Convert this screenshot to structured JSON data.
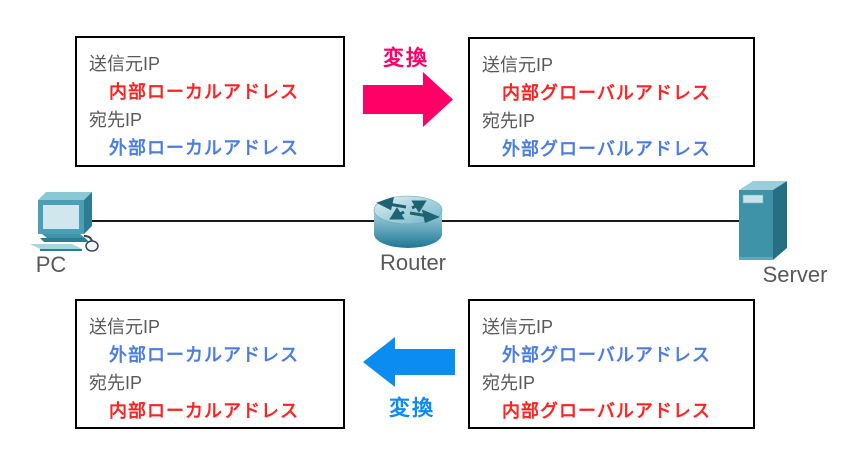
{
  "colors": {
    "red_text": "#FF2222",
    "blue_text": "#4B7DE2",
    "gray_text": "#595959",
    "pink_arrow": "#FF0066",
    "blue_arrow": "#0A8CF0",
    "box_border": "#000000",
    "device_teal": "#3E93A8"
  },
  "boxes": {
    "top_left": {
      "src_label": "送信元IP",
      "src_value": "内部ローカルアドレス",
      "src_color": "red",
      "dst_label": "宛先IP",
      "dst_value": "外部ローカルアドレス",
      "dst_color": "blue"
    },
    "top_right": {
      "src_label": "送信元IP",
      "src_value": "内部グローバルアドレス",
      "src_color": "red",
      "dst_label": "宛先IP",
      "dst_value": "外部グローバルアドレス",
      "dst_color": "blue"
    },
    "bottom_left": {
      "src_label": "送信元IP",
      "src_value": "外部ローカルアドレス",
      "src_color": "blue",
      "dst_label": "宛先IP",
      "dst_value": "内部ローカルアドレス",
      "dst_color": "red"
    },
    "bottom_right": {
      "src_label": "送信元IP",
      "src_value": "外部グローバルアドレス",
      "src_color": "blue",
      "dst_label": "宛先IP",
      "dst_value": "内部グローバルアドレス",
      "dst_color": "red"
    }
  },
  "arrows": {
    "request": {
      "label": "変換",
      "direction": "right",
      "color": "#FF0066"
    },
    "reply": {
      "label": "変換",
      "direction": "left",
      "color": "#0A8CF0"
    }
  },
  "devices": {
    "pc": {
      "label": "PC"
    },
    "router": {
      "label": "Router"
    },
    "server": {
      "label": "Server"
    }
  }
}
